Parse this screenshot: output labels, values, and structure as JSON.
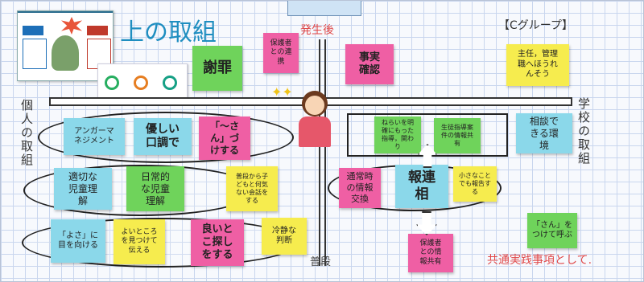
{
  "title": "上の取組",
  "group_label": "【Cグループ】",
  "axis": {
    "top": "発生後",
    "bottom": "普段",
    "left": "個人の取組",
    "right": "学校の取組"
  },
  "thumbnail": {
    "heading": "",
    "left_badge": "",
    "right_badge": ""
  },
  "notes": {
    "apology": "謝罪",
    "guardian_contact": "保護者\nとの連\n携",
    "fact_check": "事実\n確認",
    "manager_report": "主任，管理\n職へほうれ\nんそう",
    "anger_mgmt": "アンガーマ\nネジメント",
    "kind_tone": "優しい\n口調で",
    "san_zuke": "「～さ\nん」づ\nけする",
    "aim_clear": "ねらいを明\n確にもった\n指導，関わ\nり",
    "student_share": "生徒指導案\n件の情報共\n有",
    "consult_env": "相談で\nきる環\n境",
    "proper_understanding": "適切な\n児童理\n解",
    "daily_understanding": "日常的\nな児童\n理解",
    "casual_talk": "普段から子\nどもと何気\nない会話を\nする",
    "normal_info": "通常時\nの情報\n交換",
    "hourensou": "報連\n相",
    "small_report": "小さなこと\nでも報告す\nる",
    "yosa": "「よさ」に\n目を向ける",
    "good_points": "よいところ\nを見つけて\n伝える",
    "find_good": "良いと\nこ探し\nをする",
    "calm_judge": "冷静な\n判断",
    "guardian_share": "保護者\nとの情\n報共有",
    "call_san": "「さん」を\nつけて呼ぶ"
  },
  "footer": "共通実践事項として."
}
